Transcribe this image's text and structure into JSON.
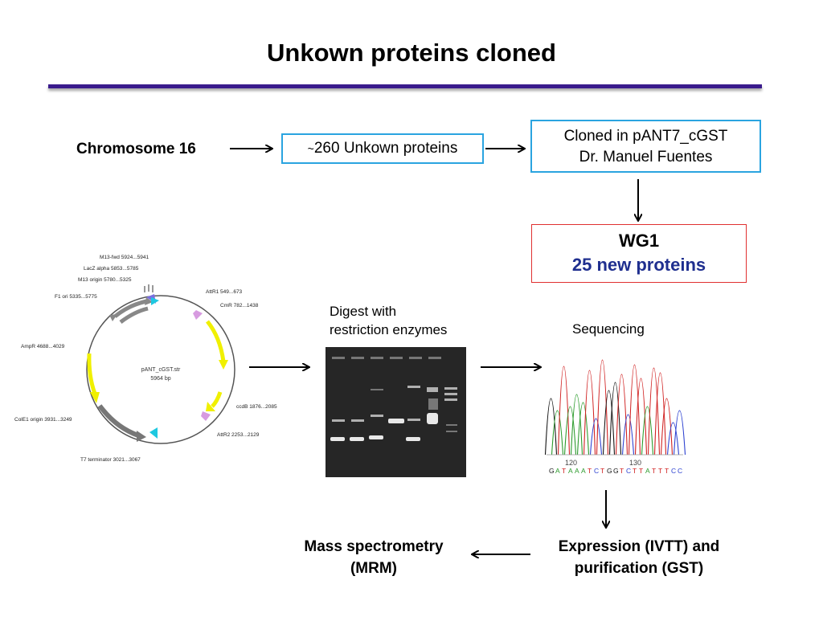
{
  "slide": {
    "title": "Unkown proteins cloned"
  },
  "flow": {
    "chromosome_label": "Chromosome 16",
    "unknown_proteins": {
      "tilde": "~",
      "text": "260 Unkown proteins"
    },
    "cloned": {
      "line1": "Cloned in pANT7_cGST",
      "line2": "Dr. Manuel Fuentes"
    },
    "wg1": {
      "name": "WG1",
      "count": "25 new proteins"
    },
    "digest_label_line1": "Digest with",
    "digest_label_line2": "restriction enzymes",
    "sequencing_label": "Sequencing",
    "mass_spec_line1": "Mass spectrometry",
    "mass_spec_line2": "(MRM)",
    "expression_line1": "Expression (IVTT) and",
    "expression_line2": "purification (GST)"
  },
  "plasmid_map": {
    "name": "pANT_cGST.str",
    "size": "5964 bp",
    "features": [
      {
        "label": "M13-fwd 5924...5941"
      },
      {
        "label": "LacZ alpha 5853...5785"
      },
      {
        "label": "M13 origin 5780...5325"
      },
      {
        "label": "F1 ori 5335...5775"
      },
      {
        "label": "AttR1 549...673"
      },
      {
        "label": "CmR 782...1438"
      },
      {
        "label": "AmpR 4688...4029"
      },
      {
        "label": "ccdB 1876...2085"
      },
      {
        "label": "ColE1 origin 3931...3249"
      },
      {
        "label": "AttR2 2253...2129"
      },
      {
        "label": "T7 terminator 3021...3067"
      }
    ]
  },
  "sequence": {
    "positions": [
      "120",
      "130"
    ],
    "bases": [
      "G",
      "A",
      "T",
      "A",
      "A",
      "A",
      "T",
      "C",
      "T",
      "G",
      "G",
      "T",
      "C",
      "T",
      "T",
      "A",
      "T",
      "T",
      "T",
      "C",
      "C"
    ]
  },
  "colors": {
    "title_rule": "#3a1b8c",
    "blue_box_border": "#2aa4e0",
    "red_box_border": "#e03030",
    "wg1_count_text": "#1f2f8f",
    "base_A": "#2a9a2a",
    "base_C": "#2a3fd0",
    "base_G": "#111111",
    "base_T": "#d02020"
  }
}
